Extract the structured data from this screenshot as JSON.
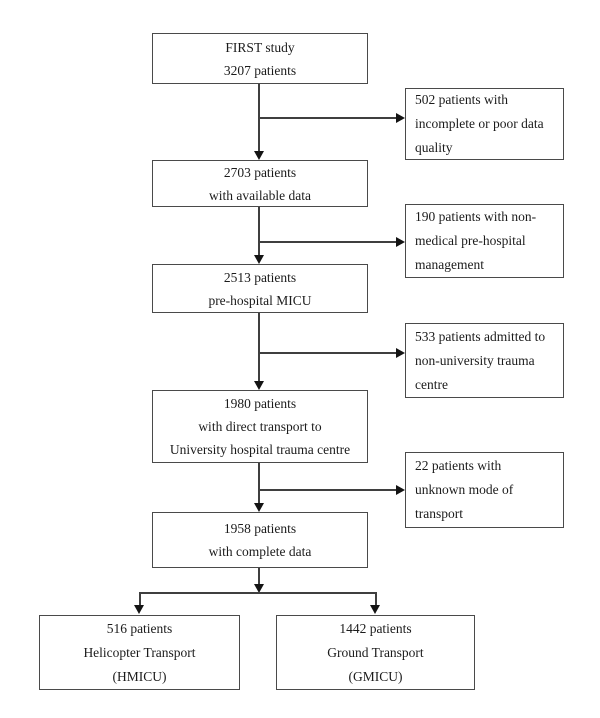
{
  "colors": {
    "background": "#ffffff",
    "box_border": "#4a4a4a",
    "connector": "#3f3f3f",
    "arrowhead": "#141414",
    "text": "#1b1b1b"
  },
  "main_flow": [
    {
      "lines": [
        "FIRST study",
        "3207 patients"
      ]
    },
    {
      "lines": [
        "2703 patients",
        "with available data"
      ]
    },
    {
      "lines": [
        "2513 patients",
        "pre-hospital MICU"
      ]
    },
    {
      "lines": [
        "1980 patients",
        "with direct transport to",
        "University hospital trauma centre"
      ]
    },
    {
      "lines": [
        "1958 patients",
        "with complete data"
      ]
    }
  ],
  "exclusions": [
    {
      "lines": [
        "502 patients with",
        "incomplete or poor data",
        "quality"
      ]
    },
    {
      "lines": [
        "190 patients with non-",
        "medical pre-hospital",
        "management"
      ]
    },
    {
      "lines": [
        "533 patients admitted to",
        "non-university trauma",
        "centre"
      ]
    },
    {
      "lines": [
        "22 patients with",
        "unknown mode of",
        "transport"
      ]
    }
  ],
  "outcomes": [
    {
      "lines": [
        "516 patients",
        "Helicopter Transport",
        "(HMICU)"
      ]
    },
    {
      "lines": [
        "1442 patients",
        "Ground Transport",
        "(GMICU)"
      ]
    }
  ]
}
